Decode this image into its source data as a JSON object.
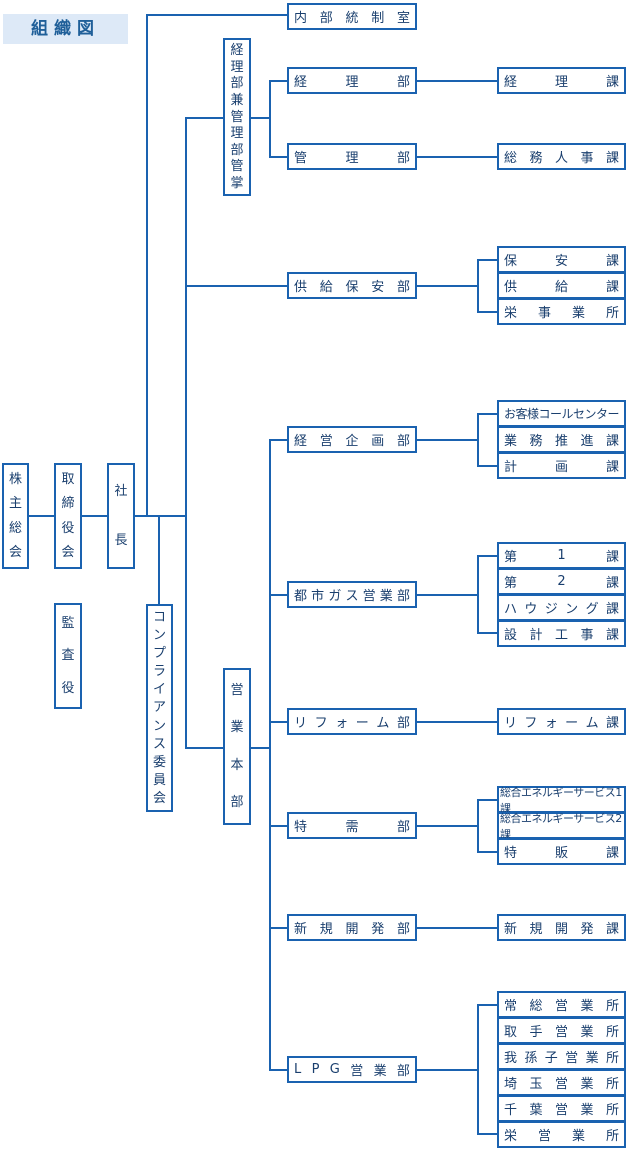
{
  "header": {
    "title": "組織図"
  },
  "nodes": {
    "kabunushi_sokai": "株主総会",
    "torishimariyakukai": "取締役会",
    "kansayaku": "監査役",
    "shacho": "社長",
    "compliance": "コンプライアンス委員会",
    "keiri_kanri": "経理部兼管理部管掌",
    "eigyo_honbu": "営業本部",
    "naibu_tosei": "内部統制室",
    "keiribu": "経理部",
    "kanribu": "管理部",
    "kyokyu_hoanbu": "供給保安部",
    "keiei_kikakubu": "経営企画部",
    "toshigas_eigyobu": "都市ガス営業部",
    "reform_bu": "リフォーム部",
    "tokujubu": "特需部",
    "shinki_kaihatsubu": "新規開発部",
    "lpg_eigyobu": "LPG営業部",
    "keirika": "経理課",
    "somu_jinjika": "総務人事課",
    "hoanka": "保安課",
    "kyokyuka": "供給課",
    "sakae_jigyosho": "栄事業所",
    "customer_center": "お客様コールセンター",
    "gyomu_suishinka": "業務推進課",
    "keikakuka": "計画課",
    "dai1ka": "第1課",
    "dai2ka": "第2課",
    "housingka": "ハウジング課",
    "sekkei_kojika": "設計工事課",
    "reformka": "リフォーム課",
    "energy1ka": "総合エネルギーサービス1課",
    "energy2ka": "総合エネルギーサービス2課",
    "hanbaika": "特販課",
    "shinki_kaihatsuka": "新規開発課",
    "joso_eigyosho": "常総営業所",
    "toride_eigyosho": "取手営業所",
    "abiko_eigyosho": "我孫子営業所",
    "saitama_eigyosho": "埼玉営業所",
    "chiba_eigyosho": "千葉営業所",
    "sakae_eigyosho": "栄営業所"
  },
  "style": {
    "line_color": "#1a62b0",
    "header_bg": "#dde9f7",
    "text_color": "#1a3f6e"
  }
}
